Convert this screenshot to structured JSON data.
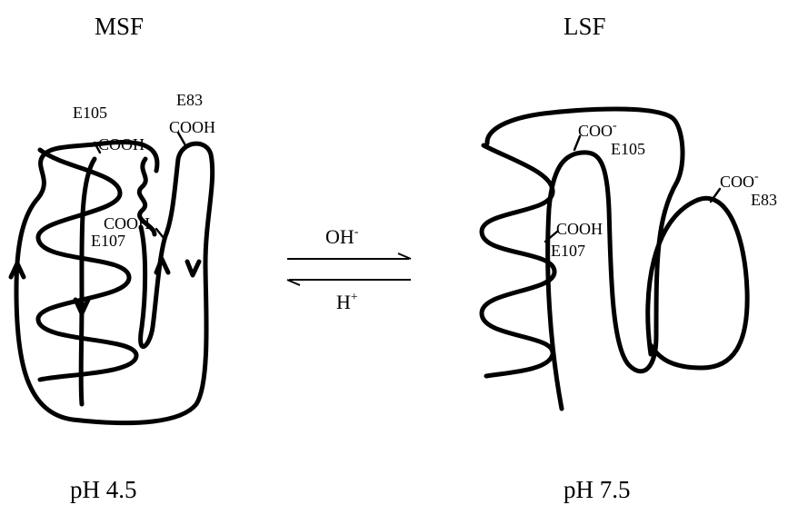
{
  "left_state": {
    "title": "MSF",
    "ph": "pH 4.5",
    "labels": {
      "e105": "E105",
      "e105_group": "COOH",
      "e83": "E83",
      "e83_group": "COOH",
      "e107_group": "COOH",
      "e107": "E107"
    }
  },
  "right_state": {
    "title": "LSF",
    "ph": "pH 7.5",
    "labels": {
      "e105_group": "COO",
      "e105_charge": "-",
      "e105": "E105",
      "e83_group": "COO",
      "e83_charge": "-",
      "e83": "E83",
      "e107_group": "COOH",
      "e107": "E107"
    }
  },
  "equilibrium": {
    "forward_reagent": "OH",
    "forward_charge": "-",
    "reverse_reagent": "H",
    "reverse_charge": "+"
  }
}
